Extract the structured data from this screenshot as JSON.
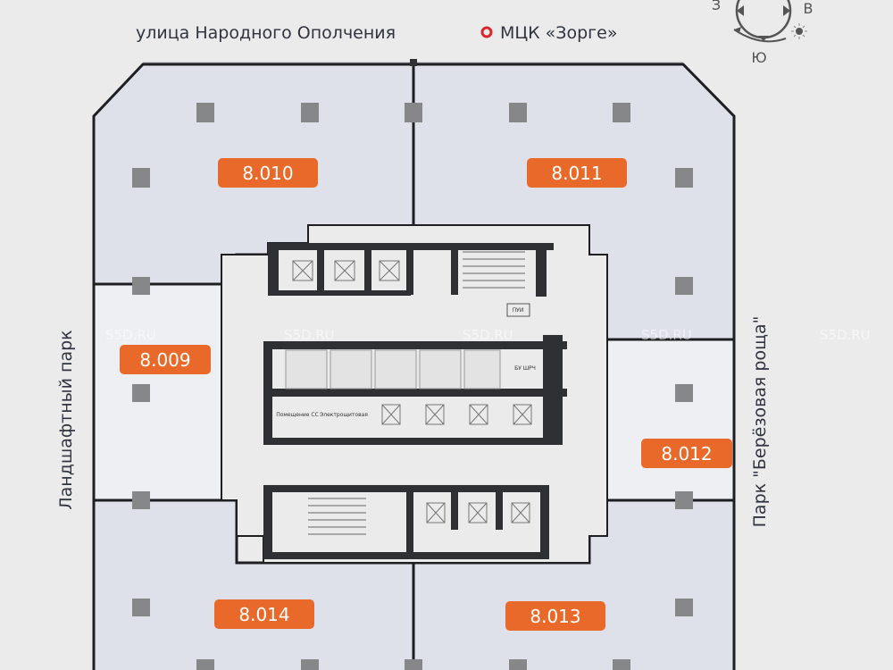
{
  "streets": {
    "top": "улица Народного Ополчения",
    "metro": "МЦК «Зорге»",
    "left": "Ландшафтный парк",
    "right": "Парк \"Берёзовая роща\""
  },
  "compass": {
    "west": "З",
    "east": "В",
    "south": "Ю"
  },
  "units": [
    {
      "id": "8.010"
    },
    {
      "id": "8.011"
    },
    {
      "id": "8.009"
    },
    {
      "id": "8.012"
    },
    {
      "id": "8.014"
    },
    {
      "id": "8.013"
    }
  ],
  "rooms": {
    "pui": "ПУИ",
    "shrch": "БУ ШРЧ",
    "ss": "Помещение СС",
    "electric": "Электрощитовая"
  },
  "watermark": "S5D.RU",
  "colors": {
    "accent": "#e8692a",
    "metro_dot": "#d9262c",
    "office": "#dfe1ea",
    "office_light": "#eeeff2",
    "column": "#858788",
    "wall": "#2e3033"
  }
}
